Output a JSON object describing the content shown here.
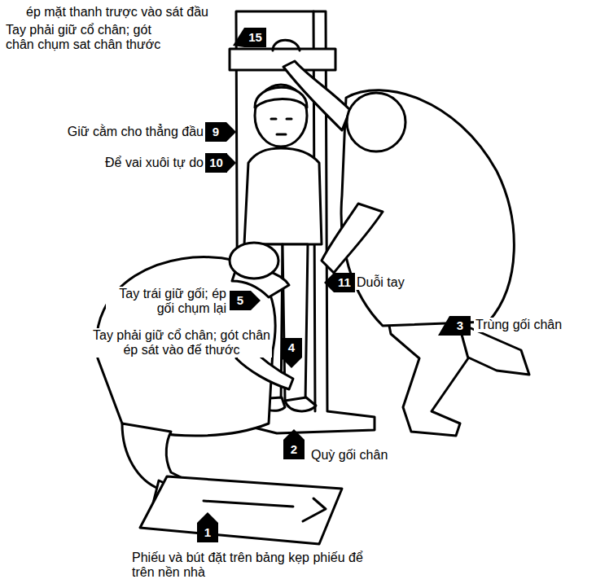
{
  "diagram": {
    "nodes": [
      {
        "text": [
          "15"
        ]
      },
      {
        "text": [
          "9"
        ]
      },
      {
        "text": [
          "10"
        ]
      },
      {
        "text": [
          "11"
        ]
      },
      {
        "text": [
          "5"
        ]
      },
      {
        "text": [
          "3"
        ]
      },
      {
        "text": [
          "4"
        ]
      },
      {
        "text": [
          "2"
        ]
      },
      {
        "text": [
          "1"
        ]
      }
    ],
    "labels": [
      "ép mặt thanh trược vào sát đầu",
      "Tay phải giữ cổ chân; gót chân chụm sat chân thước",
      "Giữ cằm cho thẳng đầu",
      "Để vai xuôi tự do",
      "Duỗi tay",
      "Tay trái giữ gối; ép gối chụm lại",
      "Trùng gối chân",
      "Tay phải giữ cổ chân; gót chân ép sát vào đế thước",
      "Quỳ gối chân",
      "Phiếu và bút đặt trên bảng kẹp phiếu để trên nền nhà"
    ]
  }
}
